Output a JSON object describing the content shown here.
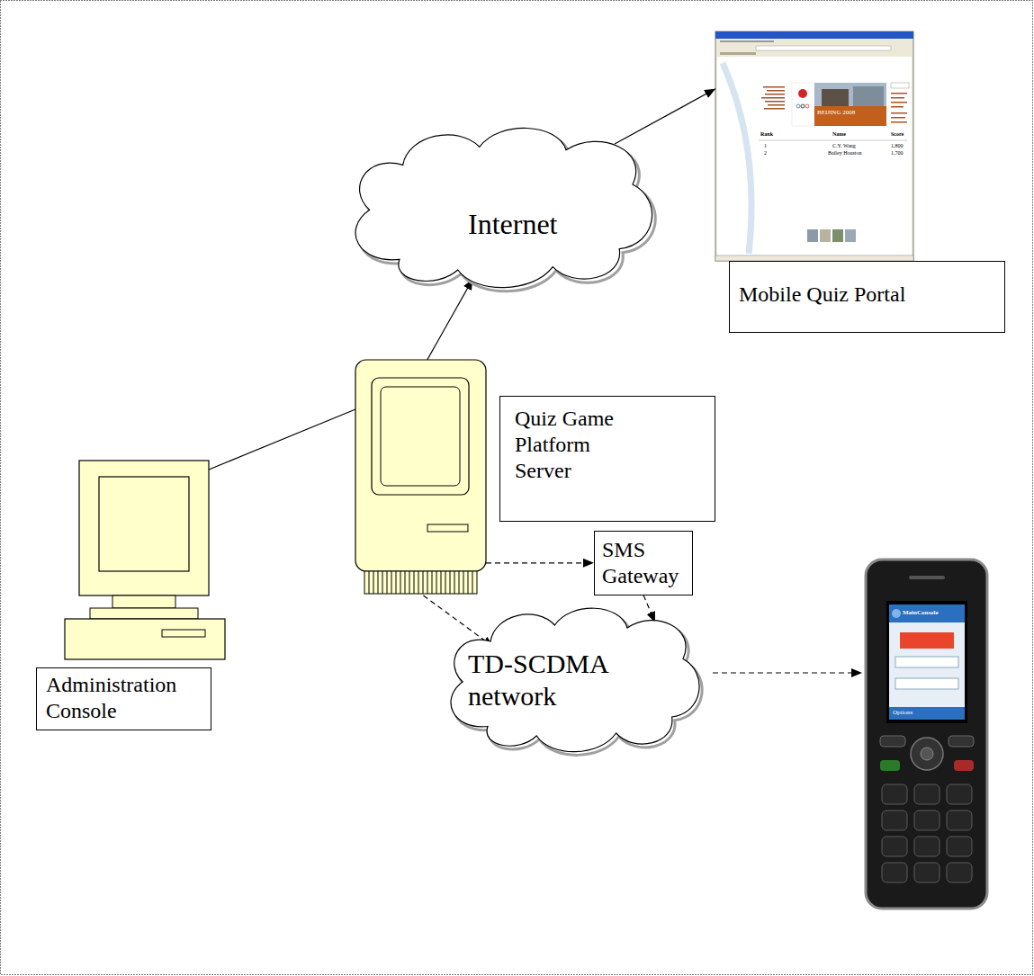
{
  "diagram": {
    "nodes": [
      {
        "text": [
          "Internet"
        ]
      },
      {
        "text": [
          "Mobile Quiz Portal"
        ]
      },
      {
        "text": [
          "Quiz Game Platform Server"
        ]
      },
      {
        "text": [
          "SMS Gateway"
        ]
      },
      {
        "text": [
          "Administration Console"
        ]
      },
      {
        "text": [
          "TD-SCDMA network"
        ]
      }
    ],
    "edges": [
      {
        "from": 2,
        "to": 0,
        "arrow": "to"
      },
      {
        "from": 0,
        "to": 1,
        "arrow": "to"
      },
      {
        "from": 4,
        "to": 2,
        "arrow": "none"
      },
      {
        "from": 2,
        "to": 3,
        "arrow": "to"
      },
      {
        "from": 3,
        "to": 5,
        "arrow": "to"
      },
      {
        "from": 2,
        "to": 5,
        "arrow": "to"
      }
    ],
    "labels": [
      "Rank",
      "Name",
      "Score",
      "1",
      "C.Y. Wang",
      "1,800",
      "2",
      "Bailey Houston",
      "1,700",
      "BEIJING 2008",
      "MainConsole",
      "Options"
    ]
  }
}
